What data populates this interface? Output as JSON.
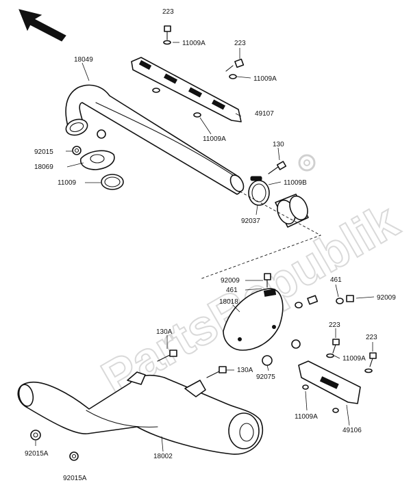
{
  "labels": {
    "p223a": "223",
    "p11009a_1": "11009A",
    "p223b": "223",
    "p11009a_2": "11009A",
    "p18049": "18049",
    "p49107": "49107",
    "p11009a_3": "11009A",
    "p92015": "92015",
    "p18069": "18069",
    "p11009": "11009",
    "p130": "130",
    "p11009b": "11009B",
    "p92037": "92037",
    "p92009a": "92009",
    "p461a": "461",
    "p18018": "18018",
    "p461b": "461",
    "p92009b": "92009",
    "p130a_1": "130A",
    "p223c": "223",
    "p223d": "223",
    "p11009a_4": "11009A",
    "p130a_2": "130A",
    "p92075": "92075",
    "p11009a_5": "11009A",
    "p49106": "49106",
    "p92015a_1": "92015A",
    "p18002": "18002",
    "p92015a_2": "92015A"
  },
  "watermark": {
    "brand_text": "PartsRepublik"
  }
}
